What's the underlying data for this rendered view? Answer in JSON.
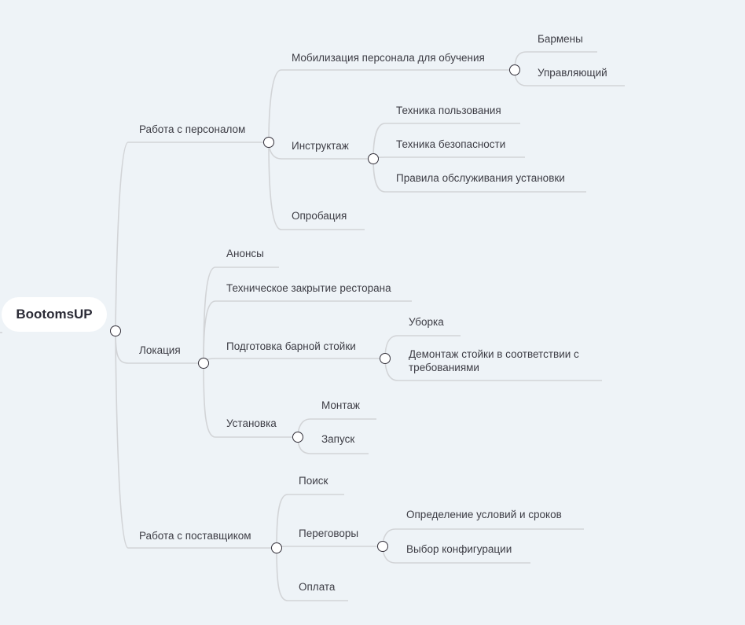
{
  "map": {
    "root": "BootomsUP",
    "branches": [
      {
        "label": "Работа с персоналом",
        "children": [
          {
            "label": "Мобилизация персонала для обучения",
            "children": [
              {
                "label": "Бармены"
              },
              {
                "label": "Управляющий"
              }
            ]
          },
          {
            "label": "Инструктаж",
            "children": [
              {
                "label": "Техника пользования"
              },
              {
                "label": "Техника безопасности"
              },
              {
                "label": "Правила обслуживания установки"
              }
            ]
          },
          {
            "label": "Опробация"
          }
        ]
      },
      {
        "label": "Локация",
        "children": [
          {
            "label": "Анонсы"
          },
          {
            "label": "Техническое закрытие ресторана"
          },
          {
            "label": "Подготовка барной стойки",
            "children": [
              {
                "label": "Уборка"
              },
              {
                "label": "Демонтаж стойки в соответствии с требованиями"
              }
            ]
          },
          {
            "label": "Установка",
            "children": [
              {
                "label": "Монтаж"
              },
              {
                "label": "Запуск"
              }
            ]
          }
        ]
      },
      {
        "label": "Работа с поставщиком",
        "children": [
          {
            "label": "Поиск"
          },
          {
            "label": "Переговоры",
            "children": [
              {
                "label": "Определение условий и сроков"
              },
              {
                "label": "Выбор конфигурации"
              }
            ]
          },
          {
            "label": "Оплата"
          }
        ]
      }
    ]
  },
  "colors": {
    "background": "#eef3f7",
    "line": "#d2d4d7",
    "node_text": "#3d3d45",
    "root_fill": "#ffffff",
    "toggle_stroke": "#33303a"
  }
}
